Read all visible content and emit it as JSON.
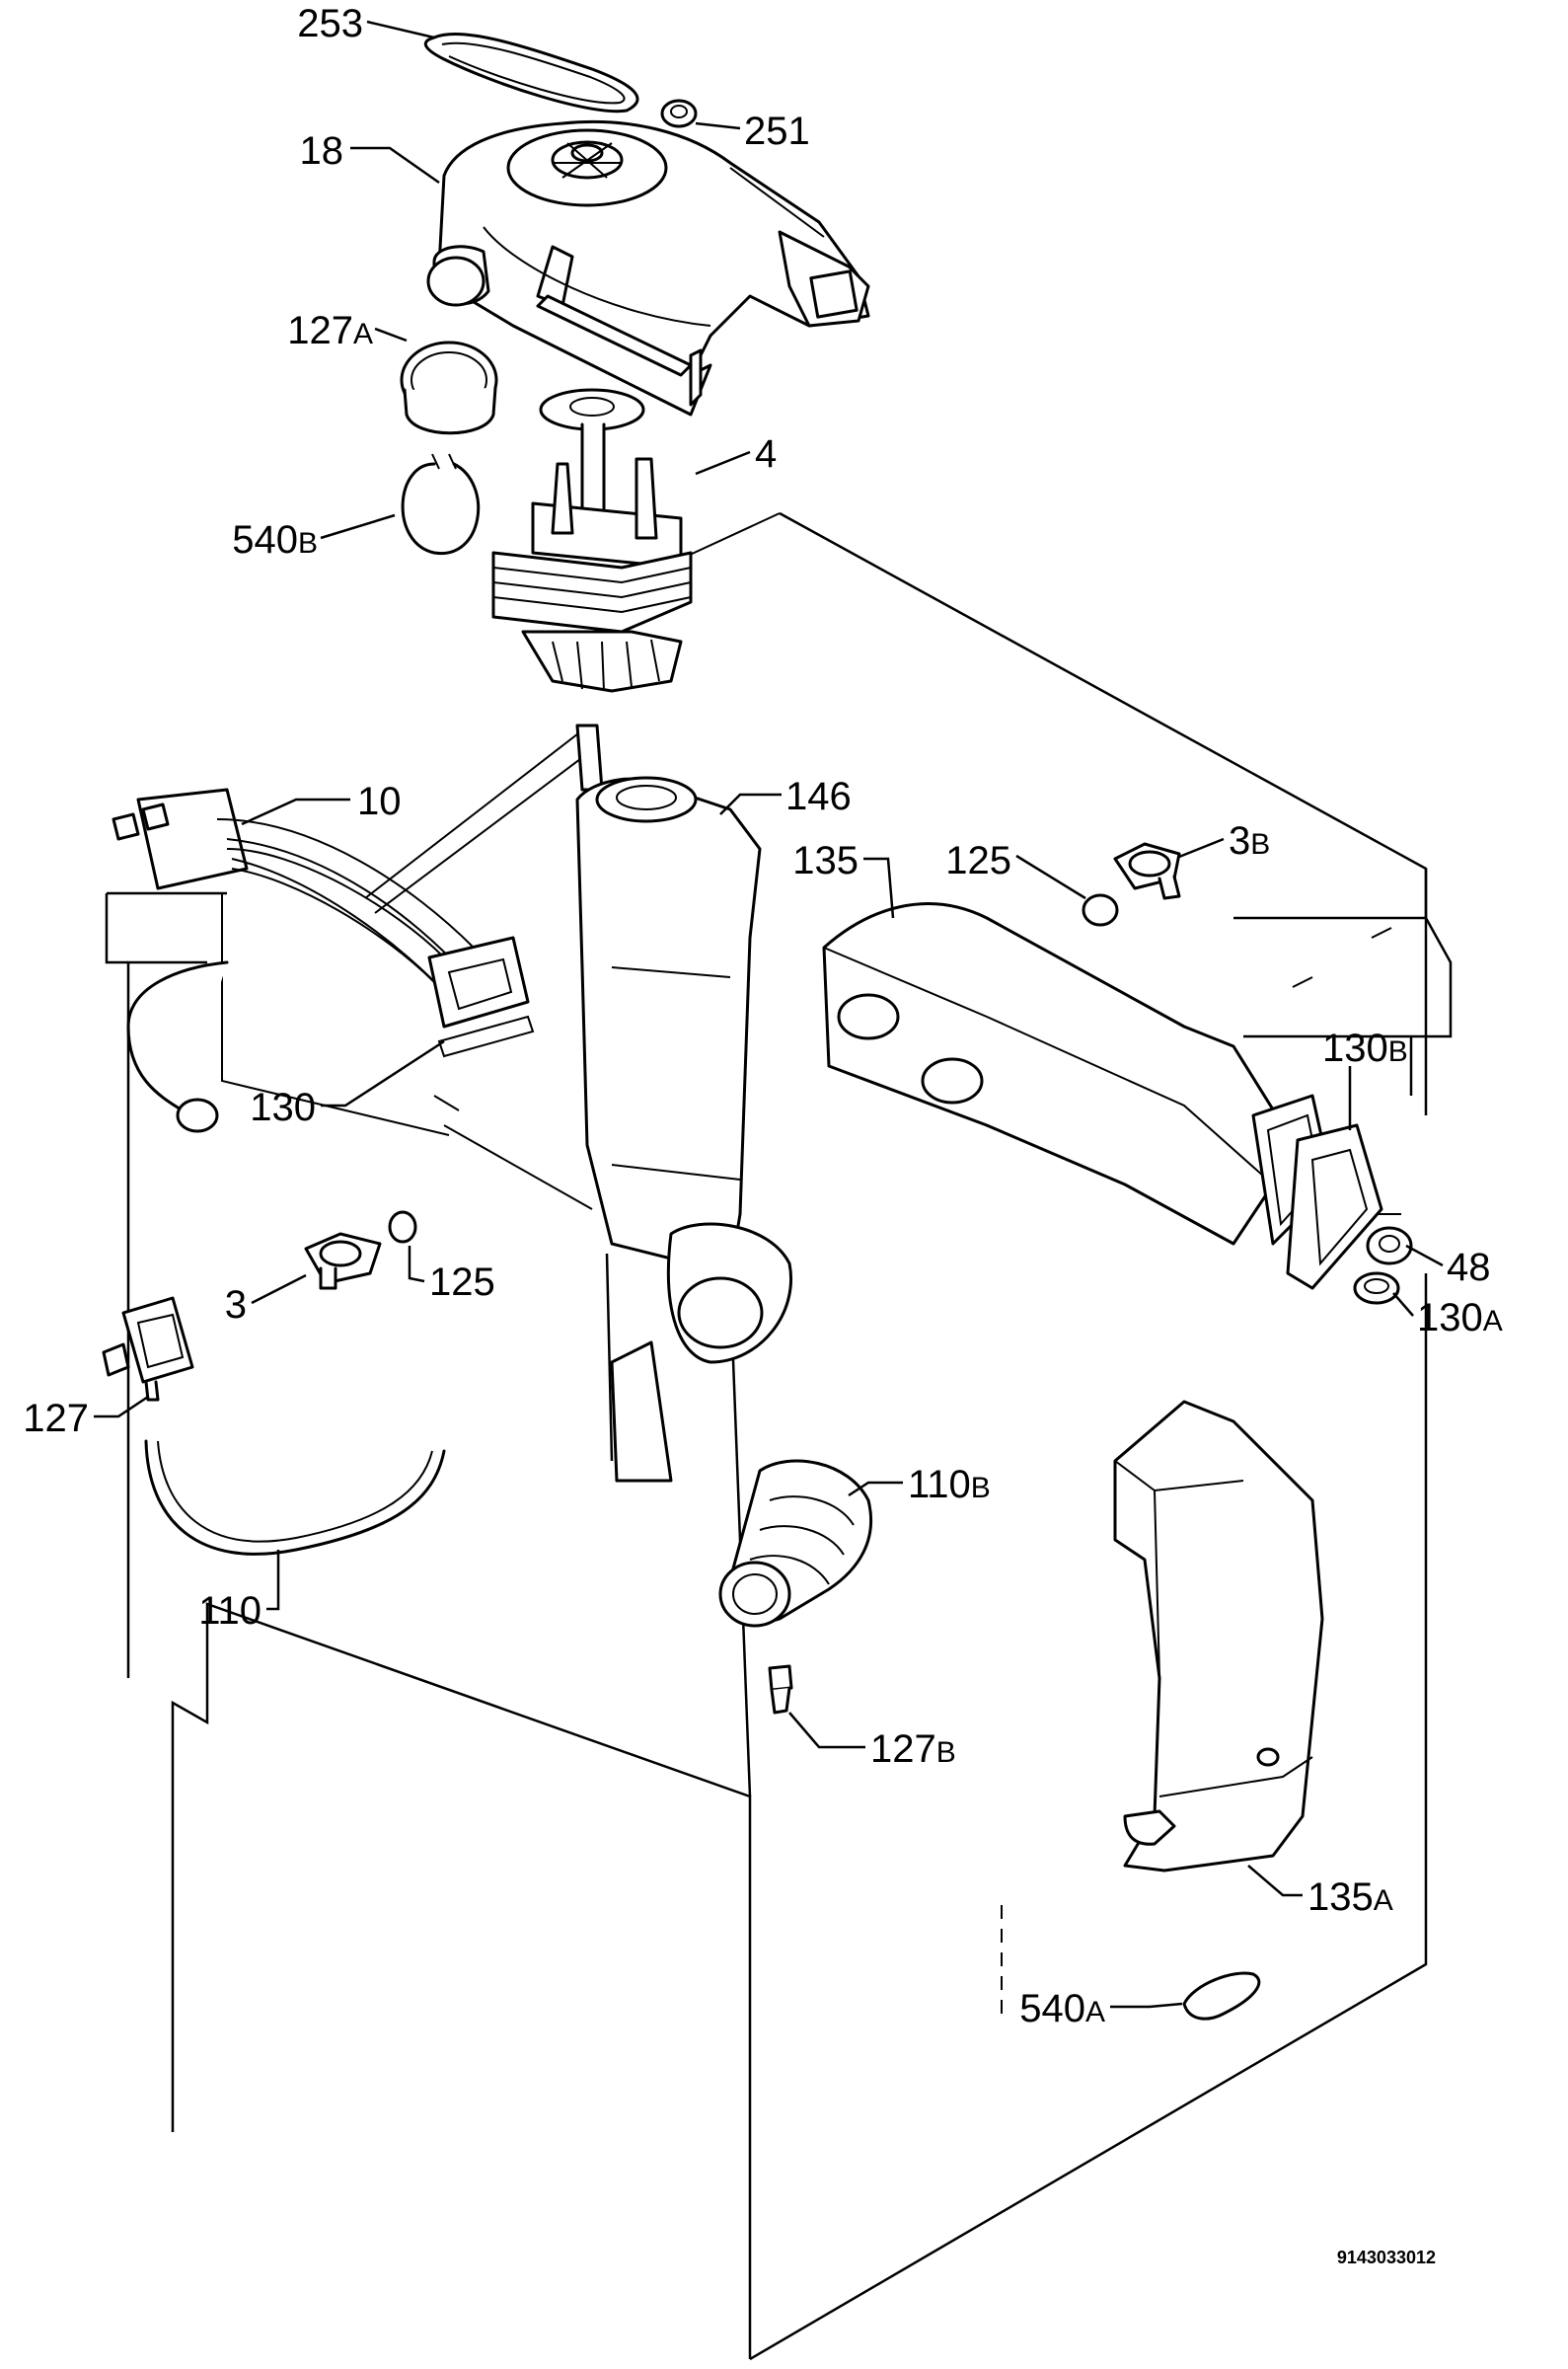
{
  "diagram_code": "9143033012",
  "callouts": [
    {
      "id": "253",
      "main": "253",
      "suffix": ""
    },
    {
      "id": "251",
      "main": "251",
      "suffix": ""
    },
    {
      "id": "18",
      "main": "18",
      "suffix": ""
    },
    {
      "id": "127A",
      "main": "127",
      "suffix": "A"
    },
    {
      "id": "4",
      "main": "4",
      "suffix": ""
    },
    {
      "id": "540B",
      "main": "540",
      "suffix": "B"
    },
    {
      "id": "10",
      "main": "10",
      "suffix": ""
    },
    {
      "id": "146",
      "main": "146",
      "suffix": ""
    },
    {
      "id": "135",
      "main": "135",
      "suffix": ""
    },
    {
      "id": "125a",
      "main": "125",
      "suffix": ""
    },
    {
      "id": "3B",
      "main": "3",
      "suffix": "B"
    },
    {
      "id": "130B",
      "main": "130",
      "suffix": "B"
    },
    {
      "id": "130",
      "main": "130",
      "suffix": ""
    },
    {
      "id": "125b",
      "main": "125",
      "suffix": ""
    },
    {
      "id": "48",
      "main": "48",
      "suffix": ""
    },
    {
      "id": "130A",
      "main": "130",
      "suffix": "A"
    },
    {
      "id": "3",
      "main": "3",
      "suffix": ""
    },
    {
      "id": "127",
      "main": "127",
      "suffix": ""
    },
    {
      "id": "110B",
      "main": "110",
      "suffix": "B"
    },
    {
      "id": "110",
      "main": "110",
      "suffix": ""
    },
    {
      "id": "127B",
      "main": "127",
      "suffix": "B"
    },
    {
      "id": "135A",
      "main": "135",
      "suffix": "A"
    },
    {
      "id": "540A",
      "main": "540",
      "suffix": "A"
    }
  ]
}
